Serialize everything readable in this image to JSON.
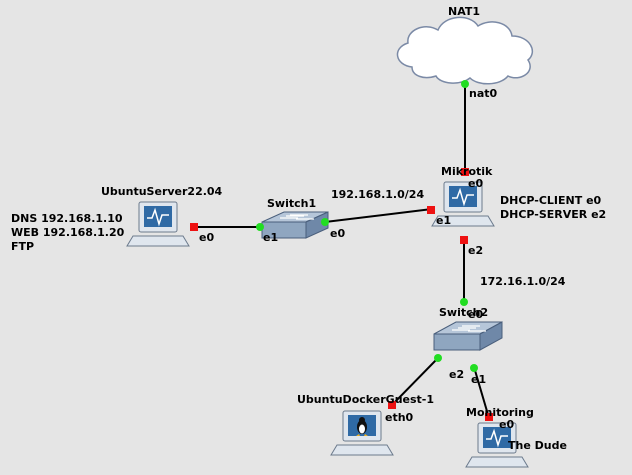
{
  "nodes": {
    "nat": {
      "name": "NAT1"
    },
    "mikrotik": {
      "name": "Mikrotik"
    },
    "switch1": {
      "name": "Switch1"
    },
    "switch2": {
      "name": "Switch2"
    },
    "ubuntu_server": {
      "name": "UbuntuServer22.04"
    },
    "docker_guest": {
      "name": "UbuntuDockerGuest-1"
    },
    "monitoring": {
      "name": "Monitoring"
    }
  },
  "interfaces": {
    "nat_nat0": "nat0",
    "mikrotik_e0": "e0",
    "mikrotik_e1": "e1",
    "mikrotik_e2": "e2",
    "switch1_e1": "e1",
    "switch1_e0": "e0",
    "server_e0": "e0",
    "switch2_e0": "e0",
    "switch2_e2": "e2",
    "switch2_e1": "e1",
    "docker_eth0": "eth0",
    "monitoring_e0": "e0"
  },
  "networks": {
    "lan1": "192.168.1.0/24",
    "lan2": "172.16.1.0/24"
  },
  "annotations": {
    "mikrotik_roles": [
      "DHCP-CLIENT e0",
      "DHCP-SERVER e2"
    ],
    "server_services": [
      "DNS 192.168.1.10",
      "WEB 192.168.1.20",
      "FTP"
    ],
    "monitoring_app": "The Dude"
  },
  "colors": {
    "link": "#000000",
    "port_up": "#22dd22",
    "port_stopped": "#ee1111",
    "cloud_fill": "#ffffff",
    "switch_fill": "#8fa6c0"
  }
}
